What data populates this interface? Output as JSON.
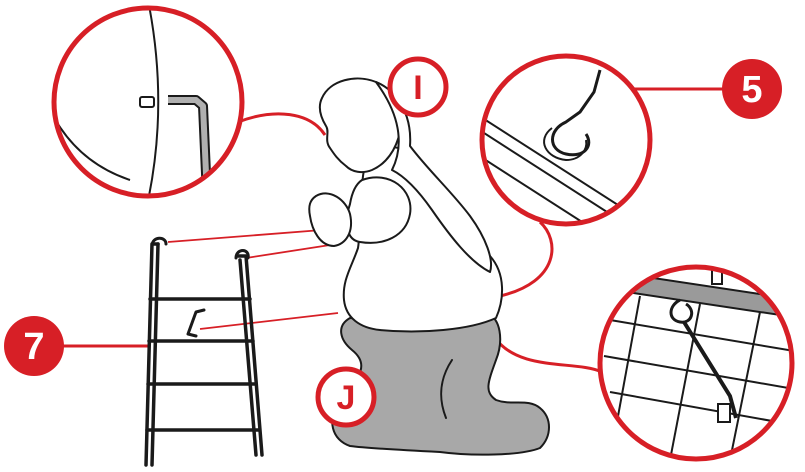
{
  "markers": {
    "I": "I",
    "J": "J",
    "five": "5",
    "seven": "7"
  },
  "colors": {
    "accent": "#d71f26",
    "ink": "#1a1a1a",
    "pants": "#a8a8a8",
    "background": "#ffffff"
  }
}
